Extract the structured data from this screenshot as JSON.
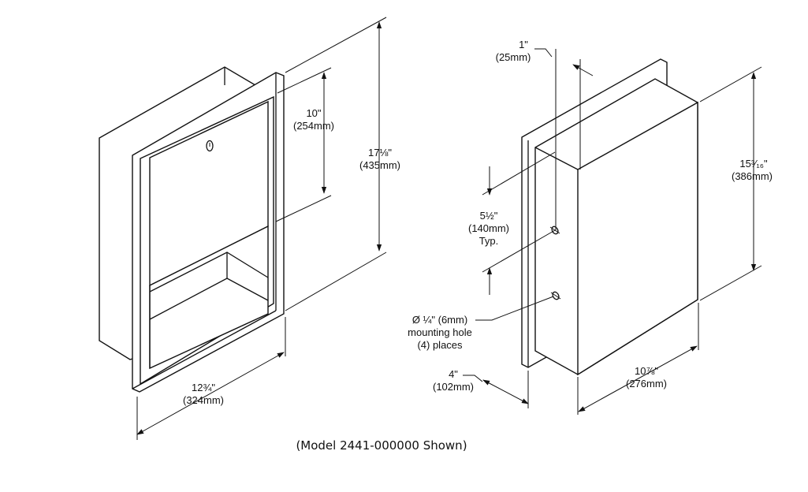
{
  "caption": "(Model 2441-000000 Shown)",
  "left_view": {
    "opening_height": {
      "imperial": "10\"",
      "metric": "(254mm)"
    },
    "overall_height": {
      "imperial": "17⅛\"",
      "metric": "(435mm)"
    },
    "overall_width": {
      "imperial": "12¾\"",
      "metric": "(324mm)"
    }
  },
  "right_view": {
    "flange_depth": {
      "imperial": "1\"",
      "metric": "(25mm)"
    },
    "hole_spacing": {
      "imperial": "5½\"",
      "metric": "(140mm)",
      "note": "Typ."
    },
    "recess_height": {
      "imperial": "15³⁄₁₆\"",
      "metric": "(386mm)"
    },
    "mounting_hole": {
      "line1": "Ø ¼\" (6mm)",
      "line2": "mounting hole",
      "line3": "(4) places"
    },
    "recess_depth": {
      "imperial": "4\"",
      "metric": "(102mm)"
    },
    "recess_width": {
      "imperial": "10⅞\"",
      "metric": "(276mm)"
    }
  }
}
